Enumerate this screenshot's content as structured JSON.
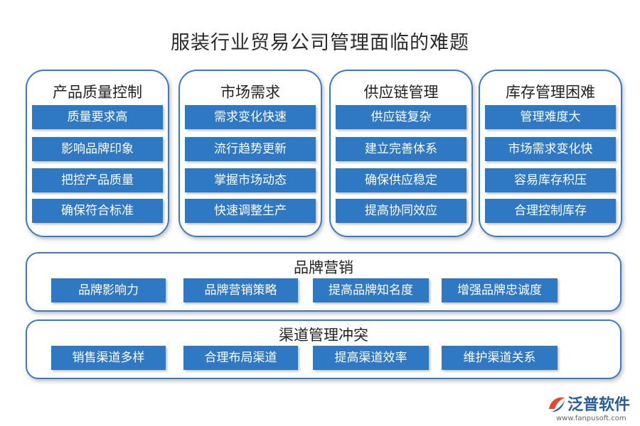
{
  "title": "服装行业贸易公司管理面临的难题",
  "cards": [
    {
      "title": "产品质量控制",
      "items": [
        "质量要求高",
        "影响品牌印象",
        "把控产品质量",
        "确保符合标准"
      ]
    },
    {
      "title": "市场需求",
      "items": [
        "需求变化快速",
        "流行趋势更新",
        "掌握市场动态",
        "快速调整生产"
      ]
    },
    {
      "title": "供应链管理",
      "items": [
        "供应链复杂",
        "建立完善体系",
        "确保供应稳定",
        "提高协同效应"
      ]
    },
    {
      "title": "库存管理困难",
      "items": [
        "管理难度大",
        "市场需求变化快",
        "容易库存积压",
        "合理控制库存"
      ]
    }
  ],
  "bands": [
    {
      "title": "品牌营销",
      "items": [
        "品牌影响力",
        "品牌营销策略",
        "提高品牌知名度",
        "增强品牌忠诚度"
      ]
    },
    {
      "title": "渠道管理冲突",
      "items": [
        "销售渠道多样",
        "合理布局渠道",
        "提高渠道效率",
        "维护渠道关系"
      ]
    }
  ],
  "logo": {
    "name": "泛普软件",
    "url": "www.fanpusoft.com"
  },
  "colors": {
    "accent": "#2f78c4",
    "border": "#3b7bc6"
  }
}
